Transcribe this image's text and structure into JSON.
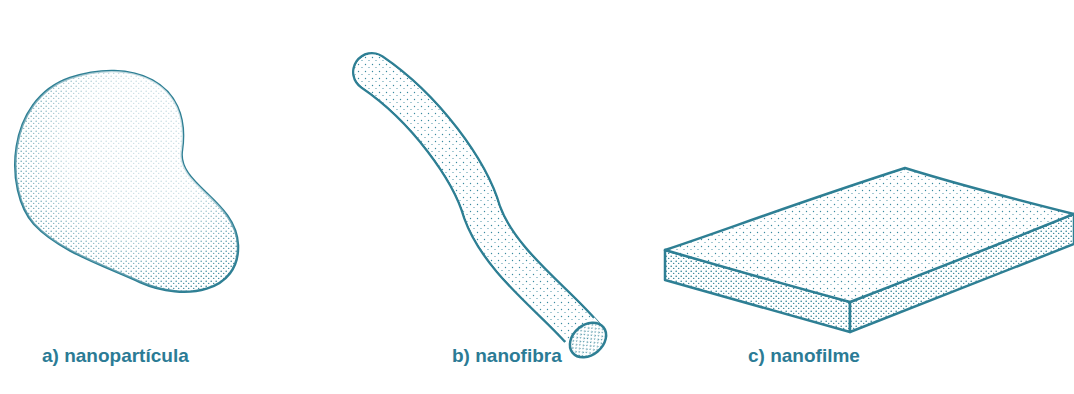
{
  "diagram": {
    "labels": [
      "a) nanopartícula",
      "b) nanofibra",
      "c) nanofilme"
    ]
  }
}
